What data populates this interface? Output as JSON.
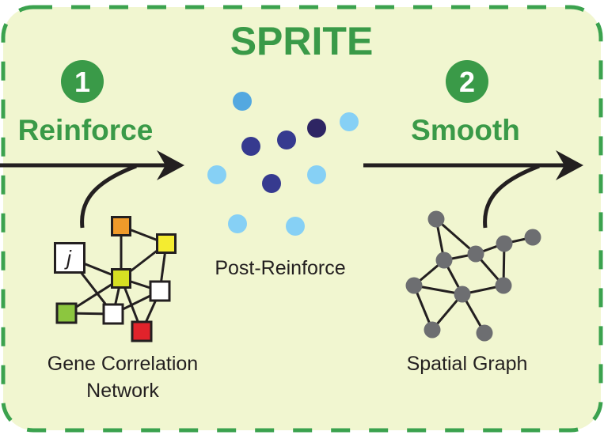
{
  "title": "SPRITE",
  "colors": {
    "panel_fill": "#f1f6d0",
    "border": "#3ba24e",
    "accent_green": "#3a9a48",
    "arrow": "#231f20",
    "node_stroke": "#231f20",
    "graph_node": "#6d6e71",
    "text": "#231f20"
  },
  "steps": [
    {
      "number": "1",
      "label": "Reinforce"
    },
    {
      "number": "2",
      "label": "Smooth"
    }
  ],
  "gene_network": {
    "caption_line1": "Gene Correlation",
    "caption_line2": "Network",
    "highlight_label": "j",
    "nodes": [
      {
        "id": "j",
        "color": "#ffffff",
        "label": "j"
      },
      {
        "id": "orange",
        "color": "#ef9a2a"
      },
      {
        "id": "yellow",
        "color": "#f4ec30"
      },
      {
        "id": "lime",
        "color": "#d7df23"
      },
      {
        "id": "white-right",
        "color": "#ffffff"
      },
      {
        "id": "green",
        "color": "#8cc63f"
      },
      {
        "id": "white-bottom",
        "color": "#ffffff"
      },
      {
        "id": "red",
        "color": "#e1232b"
      }
    ],
    "edges": [
      [
        "orange",
        "yellow"
      ],
      [
        "orange",
        "lime"
      ],
      [
        "yellow",
        "lime"
      ],
      [
        "yellow",
        "white-right"
      ],
      [
        "j",
        "lime"
      ],
      [
        "j",
        "white-bottom"
      ],
      [
        "lime",
        "green"
      ],
      [
        "lime",
        "white-bottom"
      ],
      [
        "lime",
        "white-right"
      ],
      [
        "lime",
        "red"
      ],
      [
        "green",
        "white-bottom"
      ],
      [
        "white-bottom",
        "white-right"
      ],
      [
        "white-right",
        "red"
      ]
    ]
  },
  "post_reinforce": {
    "caption": "Post-Reinforce",
    "points": [
      {
        "color": "#53a8e0"
      },
      {
        "color": "#363a8f"
      },
      {
        "color": "#363a8f"
      },
      {
        "color": "#2e2563"
      },
      {
        "color": "#86d0f5"
      },
      {
        "color": "#86d0f5"
      },
      {
        "color": "#363a8f"
      },
      {
        "color": "#86d0f5"
      },
      {
        "color": "#86d0f5"
      },
      {
        "color": "#86d0f5"
      }
    ]
  },
  "spatial_graph": {
    "caption": "Spatial Graph",
    "nodes": [
      "A",
      "B",
      "C",
      "D",
      "E",
      "F",
      "G",
      "H",
      "I",
      "J"
    ],
    "edges": [
      [
        "A",
        "B"
      ],
      [
        "A",
        "C"
      ],
      [
        "B",
        "C"
      ],
      [
        "C",
        "D"
      ],
      [
        "D",
        "E"
      ],
      [
        "D",
        "H"
      ],
      [
        "C",
        "H"
      ],
      [
        "B",
        "F"
      ],
      [
        "B",
        "G"
      ],
      [
        "F",
        "G"
      ],
      [
        "G",
        "H"
      ],
      [
        "F",
        "I"
      ],
      [
        "G",
        "I"
      ],
      [
        "G",
        "J"
      ]
    ]
  }
}
